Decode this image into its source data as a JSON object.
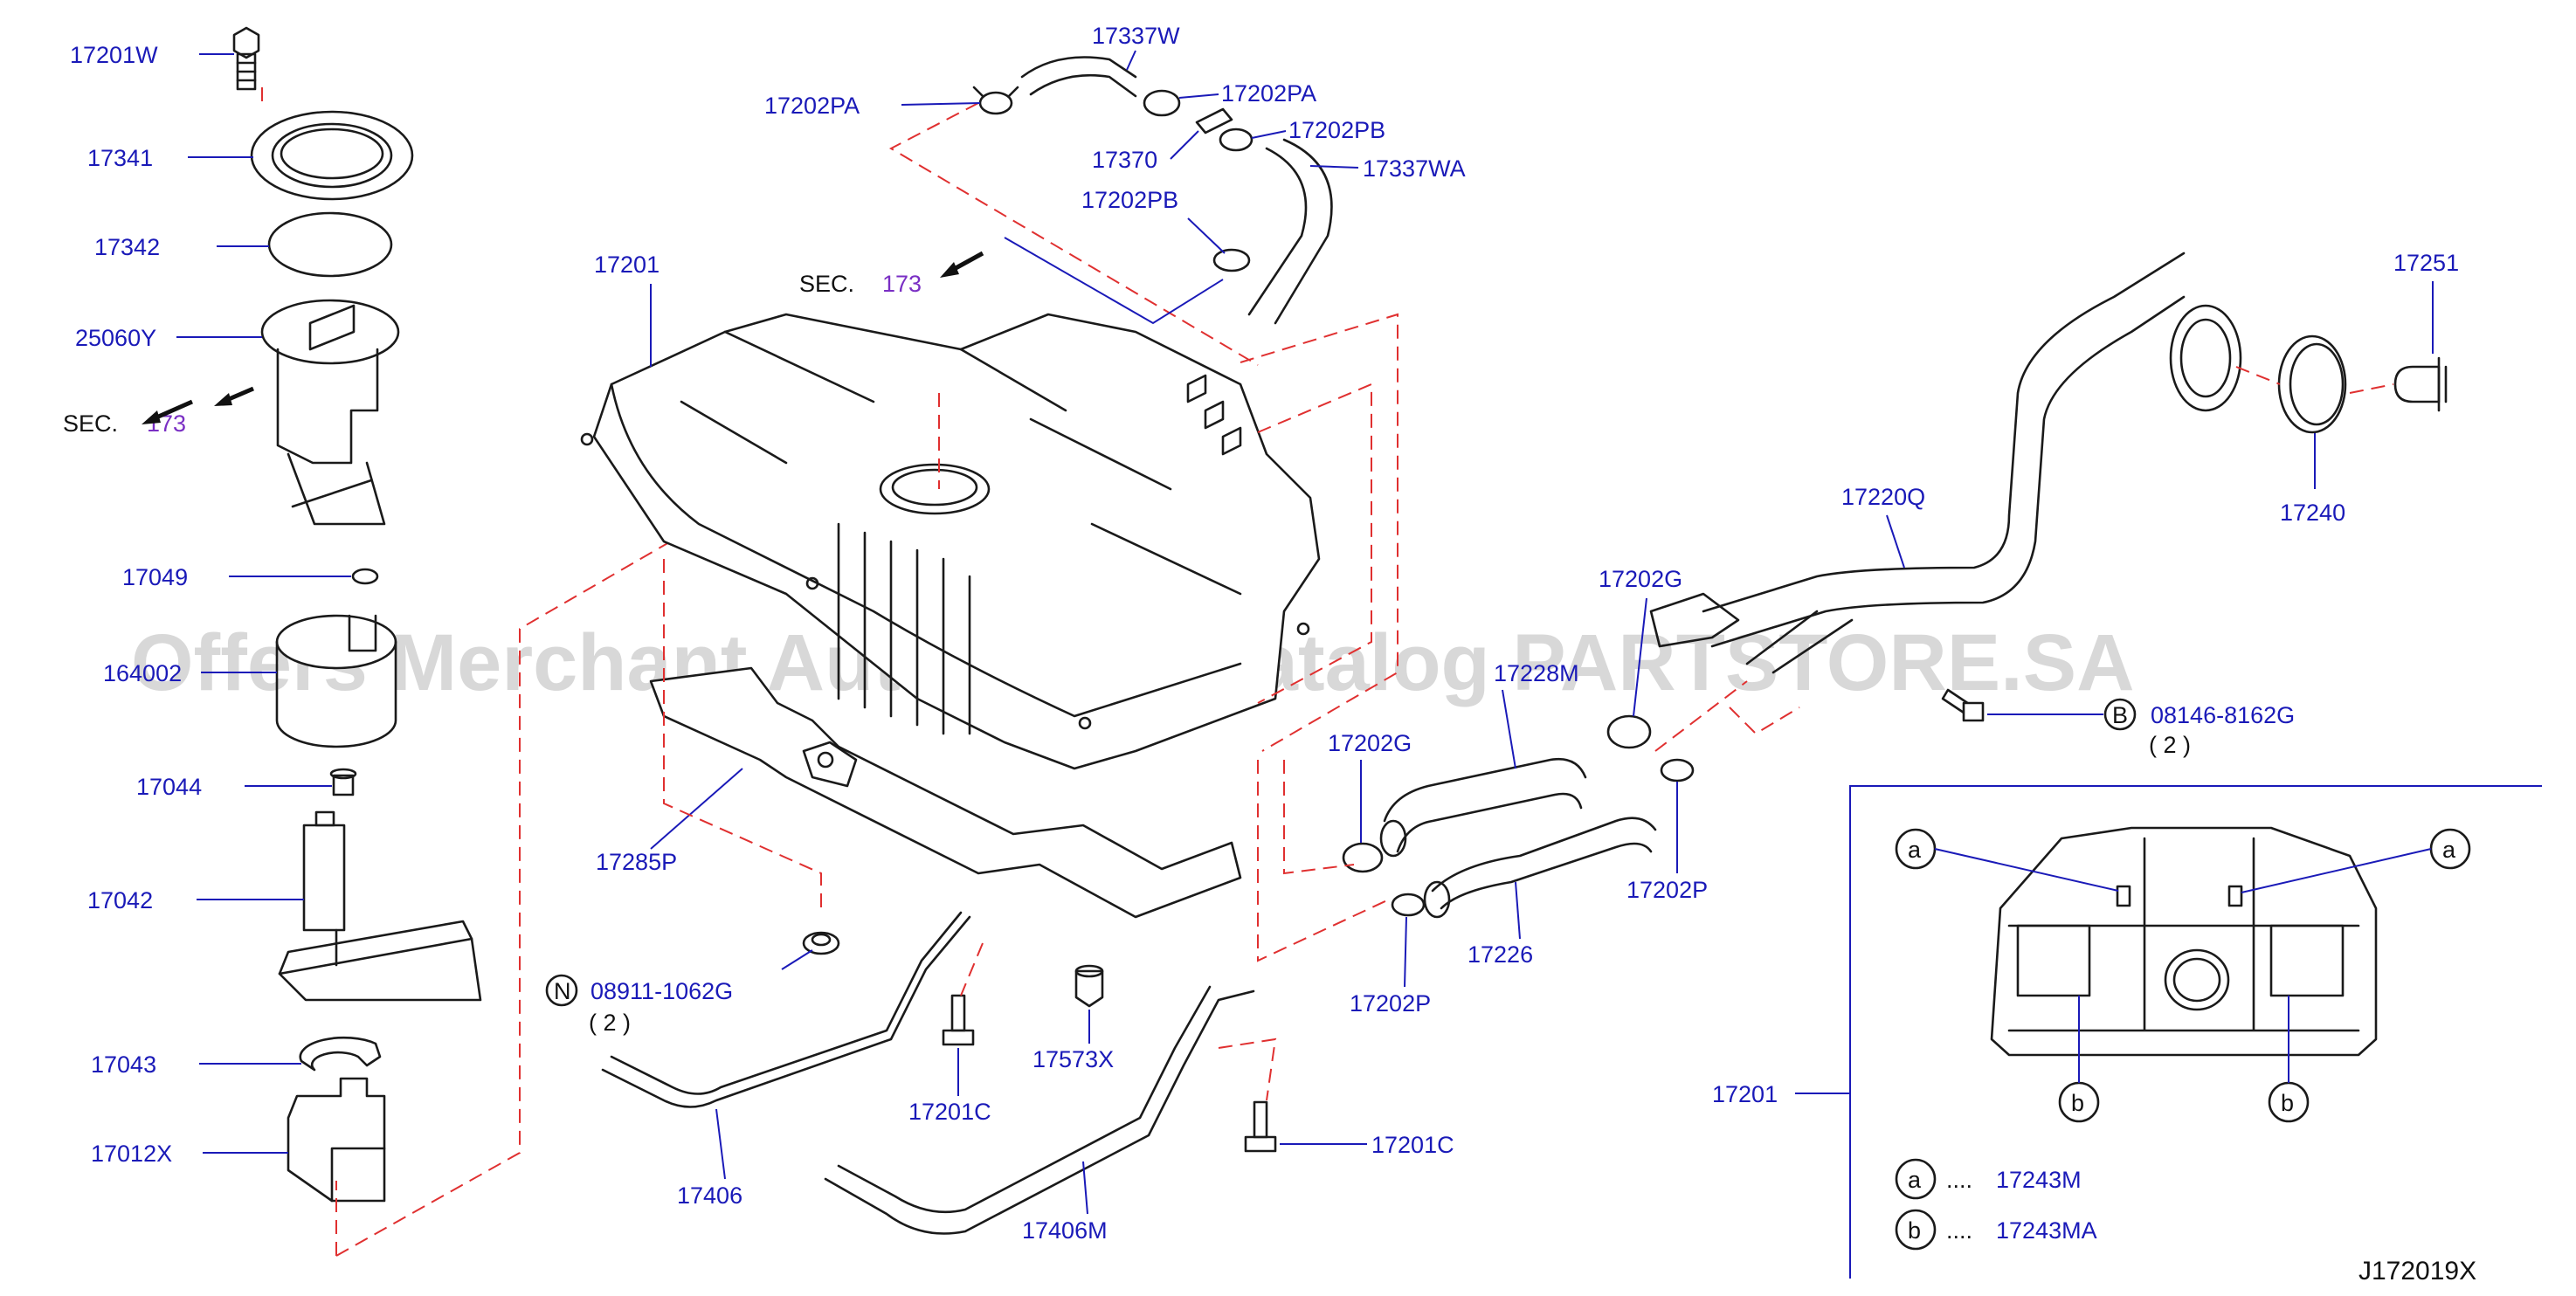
{
  "diagram_code": "J172019X",
  "watermark": "Offers Merchant Auto Parts Catalog PARTSTORE.SA",
  "sec_references": [
    {
      "prefix": "SEC.",
      "number": "173"
    },
    {
      "prefix": "SEC.",
      "number": "173"
    }
  ],
  "parts": {
    "p17201W": "17201W",
    "p17341": "17341",
    "p17342": "17342",
    "p25060Y": "25060Y",
    "p17049": "17049",
    "p16400Z": "164002",
    "p17044": "17044",
    "p17042": "17042",
    "p17043": "17043",
    "p17012X": "17012X",
    "p17202PA_left": "17202PA",
    "p17337W": "17337W",
    "p17202PA_right": "17202PA",
    "p17370": "17370",
    "p17202PB_top": "17202PB",
    "p17337WA": "17337WA",
    "p17202PB_mid": "17202PB",
    "p17201_tank": "17201",
    "p17285P": "17285P",
    "p08911": "08911-1062G",
    "p08911_qty": "( 2 )",
    "p08911_marker": "N",
    "p17201C_left": "17201C",
    "p17573X": "17573X",
    "p17406": "17406",
    "p17406M": "17406M",
    "p17201C_right": "17201C",
    "p17228M": "17228M",
    "p17202G_left": "17202G",
    "p17202G_top": "17202G",
    "p17202P_left": "17202P",
    "p17202P_right": "17202P",
    "p17226": "17226",
    "p17220Q": "17220Q",
    "p17251": "17251",
    "p17240": "17240",
    "p08146": "08146-8162G",
    "p08146_qty": "( 2 )",
    "p08146_marker": "B",
    "p17201_inset": "17201"
  },
  "inset": {
    "markers": [
      "a",
      "a",
      "b",
      "b"
    ],
    "legend": [
      {
        "marker": "a",
        "dots": "....",
        "part": "17243M"
      },
      {
        "marker": "b",
        "dots": "....",
        "part": "17243MA"
      }
    ]
  }
}
